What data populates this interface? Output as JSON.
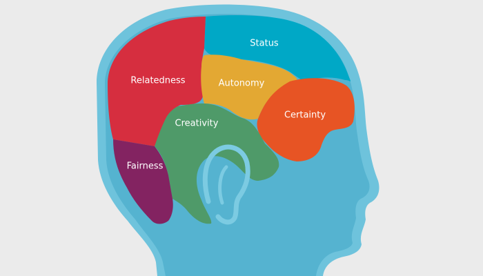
{
  "diagram": {
    "colors": {
      "background": "#ebebeb",
      "head": "#55b3d0",
      "head_outline": "#6ec3dc",
      "ear": "#7ccbe2",
      "label_text": "#ffffff"
    },
    "regions": [
      {
        "id": "status",
        "label": "Status",
        "color": "#00a8c6"
      },
      {
        "id": "relatedness",
        "label": "Relatedness",
        "color": "#d62e3f"
      },
      {
        "id": "autonomy",
        "label": "Autonomy",
        "color": "#e3a833"
      },
      {
        "id": "certainty",
        "label": "Certainty",
        "color": "#e75424"
      },
      {
        "id": "creativity",
        "label": "Creativity",
        "color": "#4f9a69"
      },
      {
        "id": "fairness",
        "label": "Fairness",
        "color": "#832361"
      }
    ]
  }
}
